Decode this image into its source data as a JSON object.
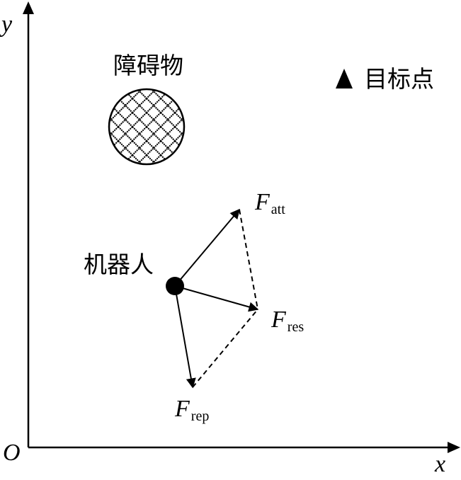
{
  "axes": {
    "origin": "O",
    "x_label": "x",
    "y_label": "y"
  },
  "obstacle": {
    "label": "障碍物"
  },
  "goal": {
    "label": "目标点",
    "marker": "triangle-icon"
  },
  "robot": {
    "label": "机器人"
  },
  "forces": {
    "attractive": {
      "symbol": "F",
      "subscript": "att"
    },
    "resultant": {
      "symbol": "F",
      "subscript": "res"
    },
    "repulsive": {
      "symbol": "F",
      "subscript": "rep"
    }
  }
}
